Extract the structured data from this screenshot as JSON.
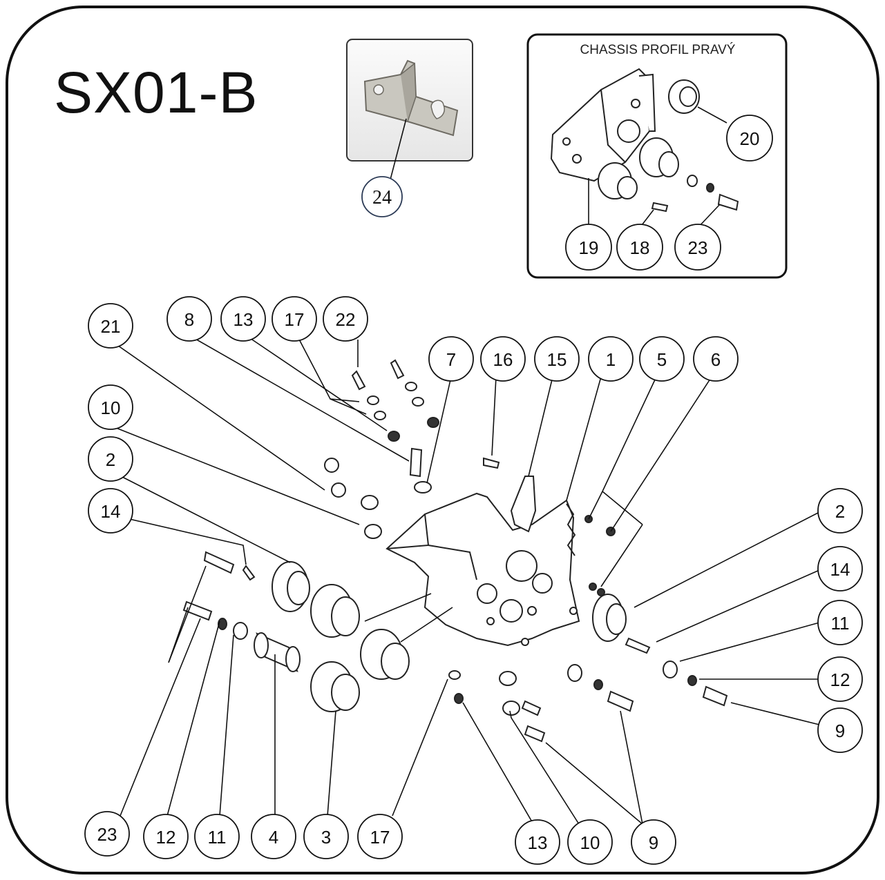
{
  "title": "SX01-B",
  "inset": {
    "title": "CHASSIS PROFIL PRAVÝ"
  },
  "callouts": {
    "c24": "24",
    "c20": "20",
    "c19": "19",
    "c18": "18",
    "c23a": "23",
    "c21": "21",
    "c8": "8",
    "c13a": "13",
    "c17a": "17",
    "c22": "22",
    "c7": "7",
    "c16": "16",
    "c15": "15",
    "c1": "1",
    "c5": "5",
    "c6": "6",
    "c10a": "10",
    "c2a": "2",
    "c14a": "14",
    "c2b": "2",
    "c14b": "14",
    "c11a": "11",
    "c12a": "12",
    "c9a": "9",
    "c23b": "23",
    "c12b": "12",
    "c11b": "11",
    "c4": "4",
    "c3": "3",
    "c17b": "17",
    "c13b": "13",
    "c10b": "10",
    "c9b": "9"
  }
}
